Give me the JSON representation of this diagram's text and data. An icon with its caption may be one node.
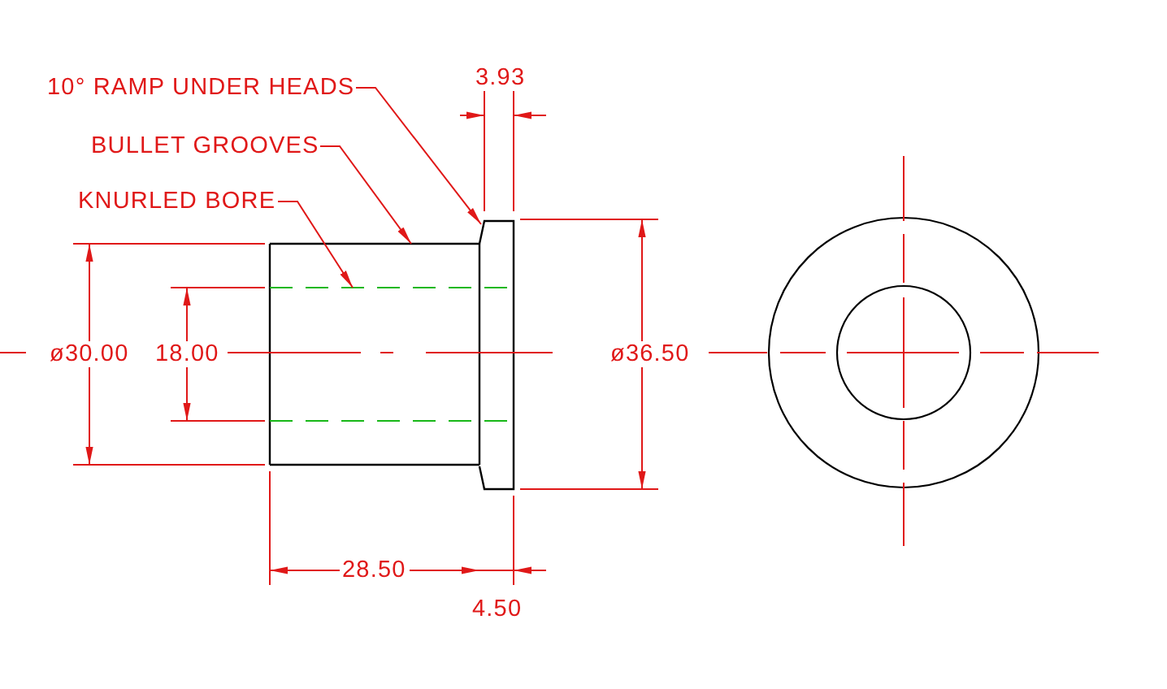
{
  "diagram": {
    "nodes": [
      {
        "text": [
          "10° RAMP UNDER HEADS"
        ]
      },
      {
        "text": [
          "BULLET GROOVES"
        ]
      },
      {
        "text": [
          "KNURLED BORE"
        ]
      }
    ],
    "edges": [
      {
        "from": 0,
        "to": null,
        "arrow": "to"
      },
      {
        "from": 1,
        "to": null,
        "arrow": "to"
      },
      {
        "from": 2,
        "to": null,
        "arrow": "to"
      }
    ],
    "labels": [
      "3.93",
      "ø30.00",
      "18.00",
      "ø36.50",
      "28.50",
      "4.50"
    ]
  }
}
